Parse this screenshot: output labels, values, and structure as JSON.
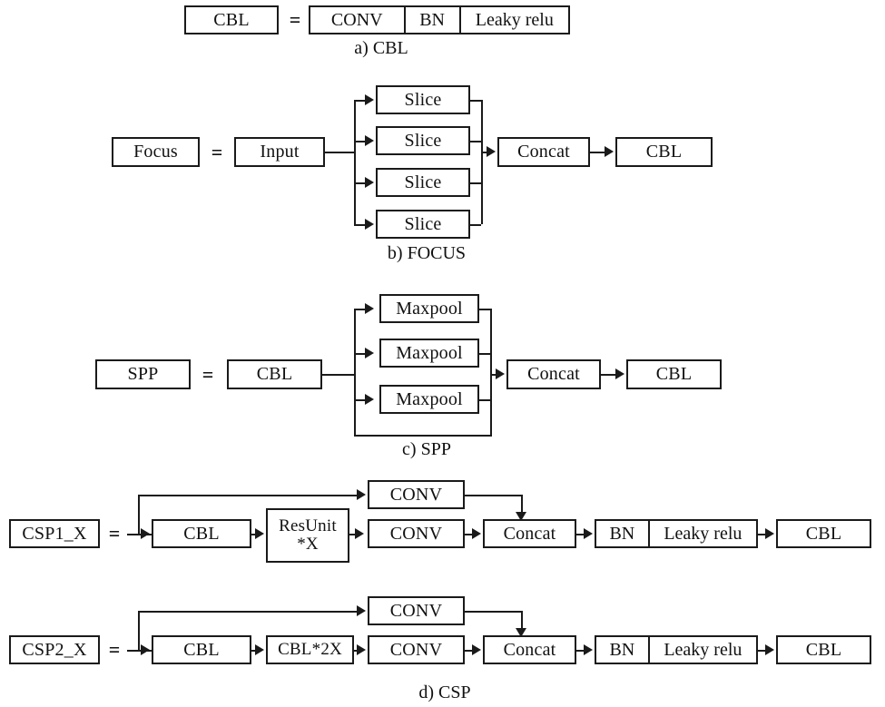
{
  "figure": {
    "title": "YOLOv5 component block diagrams",
    "background": "#ffffff",
    "line_color": "#1a1a1a"
  },
  "equals_sign": "=",
  "sections": {
    "cbl": {
      "caption": "a) CBL",
      "lhs": "CBL",
      "segments": [
        "CONV",
        "BN",
        "Leaky relu"
      ]
    },
    "focus": {
      "caption": "b) FOCUS",
      "lhs": "Focus",
      "input": "Input",
      "branches": [
        "Slice",
        "Slice",
        "Slice",
        "Slice"
      ],
      "concat": "Concat",
      "output": "CBL"
    },
    "spp": {
      "caption": "c) SPP",
      "lhs": "SPP",
      "input": "CBL",
      "branches": [
        "Maxpool",
        "Maxpool",
        "Maxpool"
      ],
      "concat": "Concat",
      "output": "CBL"
    },
    "csp": {
      "caption": "d) CSP",
      "csp1": {
        "lhs": "CSP1_X",
        "stem": "CBL",
        "body": "ResUnit\n*X",
        "skip_conv": "CONV",
        "main_conv": "CONV",
        "concat": "Concat",
        "norm_segments": [
          "BN",
          "Leaky relu"
        ],
        "output": "CBL"
      },
      "csp2": {
        "lhs": "CSP2_X",
        "stem": "CBL",
        "body": "CBL*2X",
        "skip_conv": "CONV",
        "main_conv": "CONV",
        "concat": "Concat",
        "norm_segments": [
          "BN",
          "Leaky relu"
        ],
        "output": "CBL"
      }
    }
  }
}
